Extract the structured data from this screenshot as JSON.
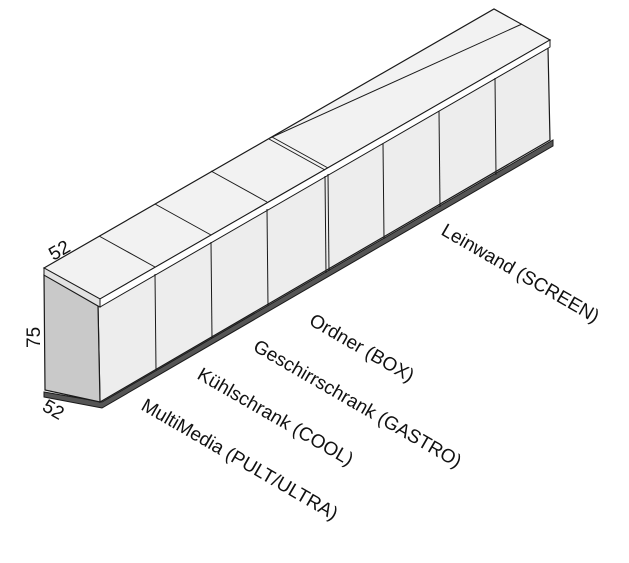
{
  "dimensions": {
    "depth_top": "52",
    "height": "75",
    "depth_bottom": "52"
  },
  "labels": {
    "screen": "Leinwand (SCREEN)",
    "box": "Ordner (BOX)",
    "gastro": "Geschirrschrank (GASTRO)",
    "cool": "Kühlschrank (COOL)",
    "multimedia": "MultiMedia (PULT/ULTRA)"
  },
  "colors": {
    "front": "#ededed",
    "side": "#c9c9c9",
    "top": "#f2f2f2",
    "line": "#1a1a1a",
    "plinth": "#555555"
  }
}
